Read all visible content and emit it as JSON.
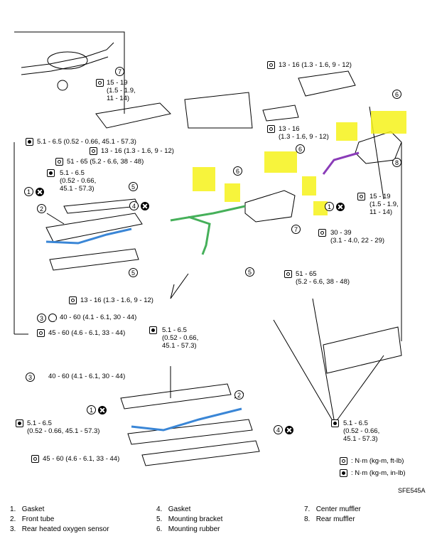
{
  "figure_code": "SFE545A",
  "torque": {
    "t_top_left": "15 - 19\n(1.5 - 1.9,\n11 - 14)",
    "t_top_center": "13 - 16 (1.3 - 1.6, 9 - 12)",
    "t_mid_center": "13 - 16\n(1.3 - 1.6, 9 - 12)",
    "t_left_1": "5.1 - 6.5 (0.52 - 0.66, 45.1 - 57.3)",
    "t_left_2": "13 - 16 (1.3 - 1.6, 9 - 12)",
    "t_left_3": "51 - 65 (5.2 - 6.6, 38 - 48)",
    "t_left_4": "5.1 - 6.5\n(0.52 - 0.66,\n45.1 - 57.3)",
    "t_right_1": "15 - 19\n(1.5 - 1.9,\n11 - 14)",
    "t_right_2": "30 - 39\n(3.1 - 4.0, 22 - 29)",
    "t_mid_right": "51 - 65\n(5.2 - 6.6, 38 - 48)",
    "t_bottom_center": "13 - 16 (1.3 - 1.6, 9 - 12)",
    "t_left_5": "40 - 60 (4.1 - 6.1, 30 - 44)",
    "t_left_6": "45 - 60 (4.6 - 6.1, 33 - 44)",
    "t_center_low": "5.1 - 6.5\n(0.52 - 0.66,\n45.1 - 57.3)",
    "t_low_1": "40 - 60 (4.1 - 6.1, 30 - 44)",
    "t_low_2": "5.1 - 6.5\n(0.52 - 0.66, 45.1 - 57.3)",
    "t_low_3": "45 - 60 (4.6 - 6.1, 33 - 44)",
    "t_right_low": "5.1 - 6.5\n(0.52 - 0.66,\n45.1 - 57.3)"
  },
  "units": {
    "nm": ": N·m (kg-m, ft-lb)",
    "nm_in": ": N·m (kg-m, in-lb)"
  },
  "callouts": [
    "1",
    "2",
    "3",
    "4",
    "5",
    "6",
    "7",
    "8"
  ],
  "legend": [
    {
      "num": "1.",
      "text": "Gasket"
    },
    {
      "num": "2.",
      "text": "Front tube"
    },
    {
      "num": "3.",
      "text": "Rear heated oxygen sensor"
    },
    {
      "num": "4.",
      "text": "Gasket"
    },
    {
      "num": "5.",
      "text": "Mounting bracket"
    },
    {
      "num": "6.",
      "text": "Mounting rubber"
    },
    {
      "num": "7.",
      "text": "Center muffler"
    },
    {
      "num": "8.",
      "text": "Rear muffler"
    }
  ],
  "colors": {
    "front_tube": "#3a86d6",
    "center_pipe": "#46b05a",
    "rear_pipe": "#8a3cb8",
    "highlight": "#f6f21a"
  }
}
